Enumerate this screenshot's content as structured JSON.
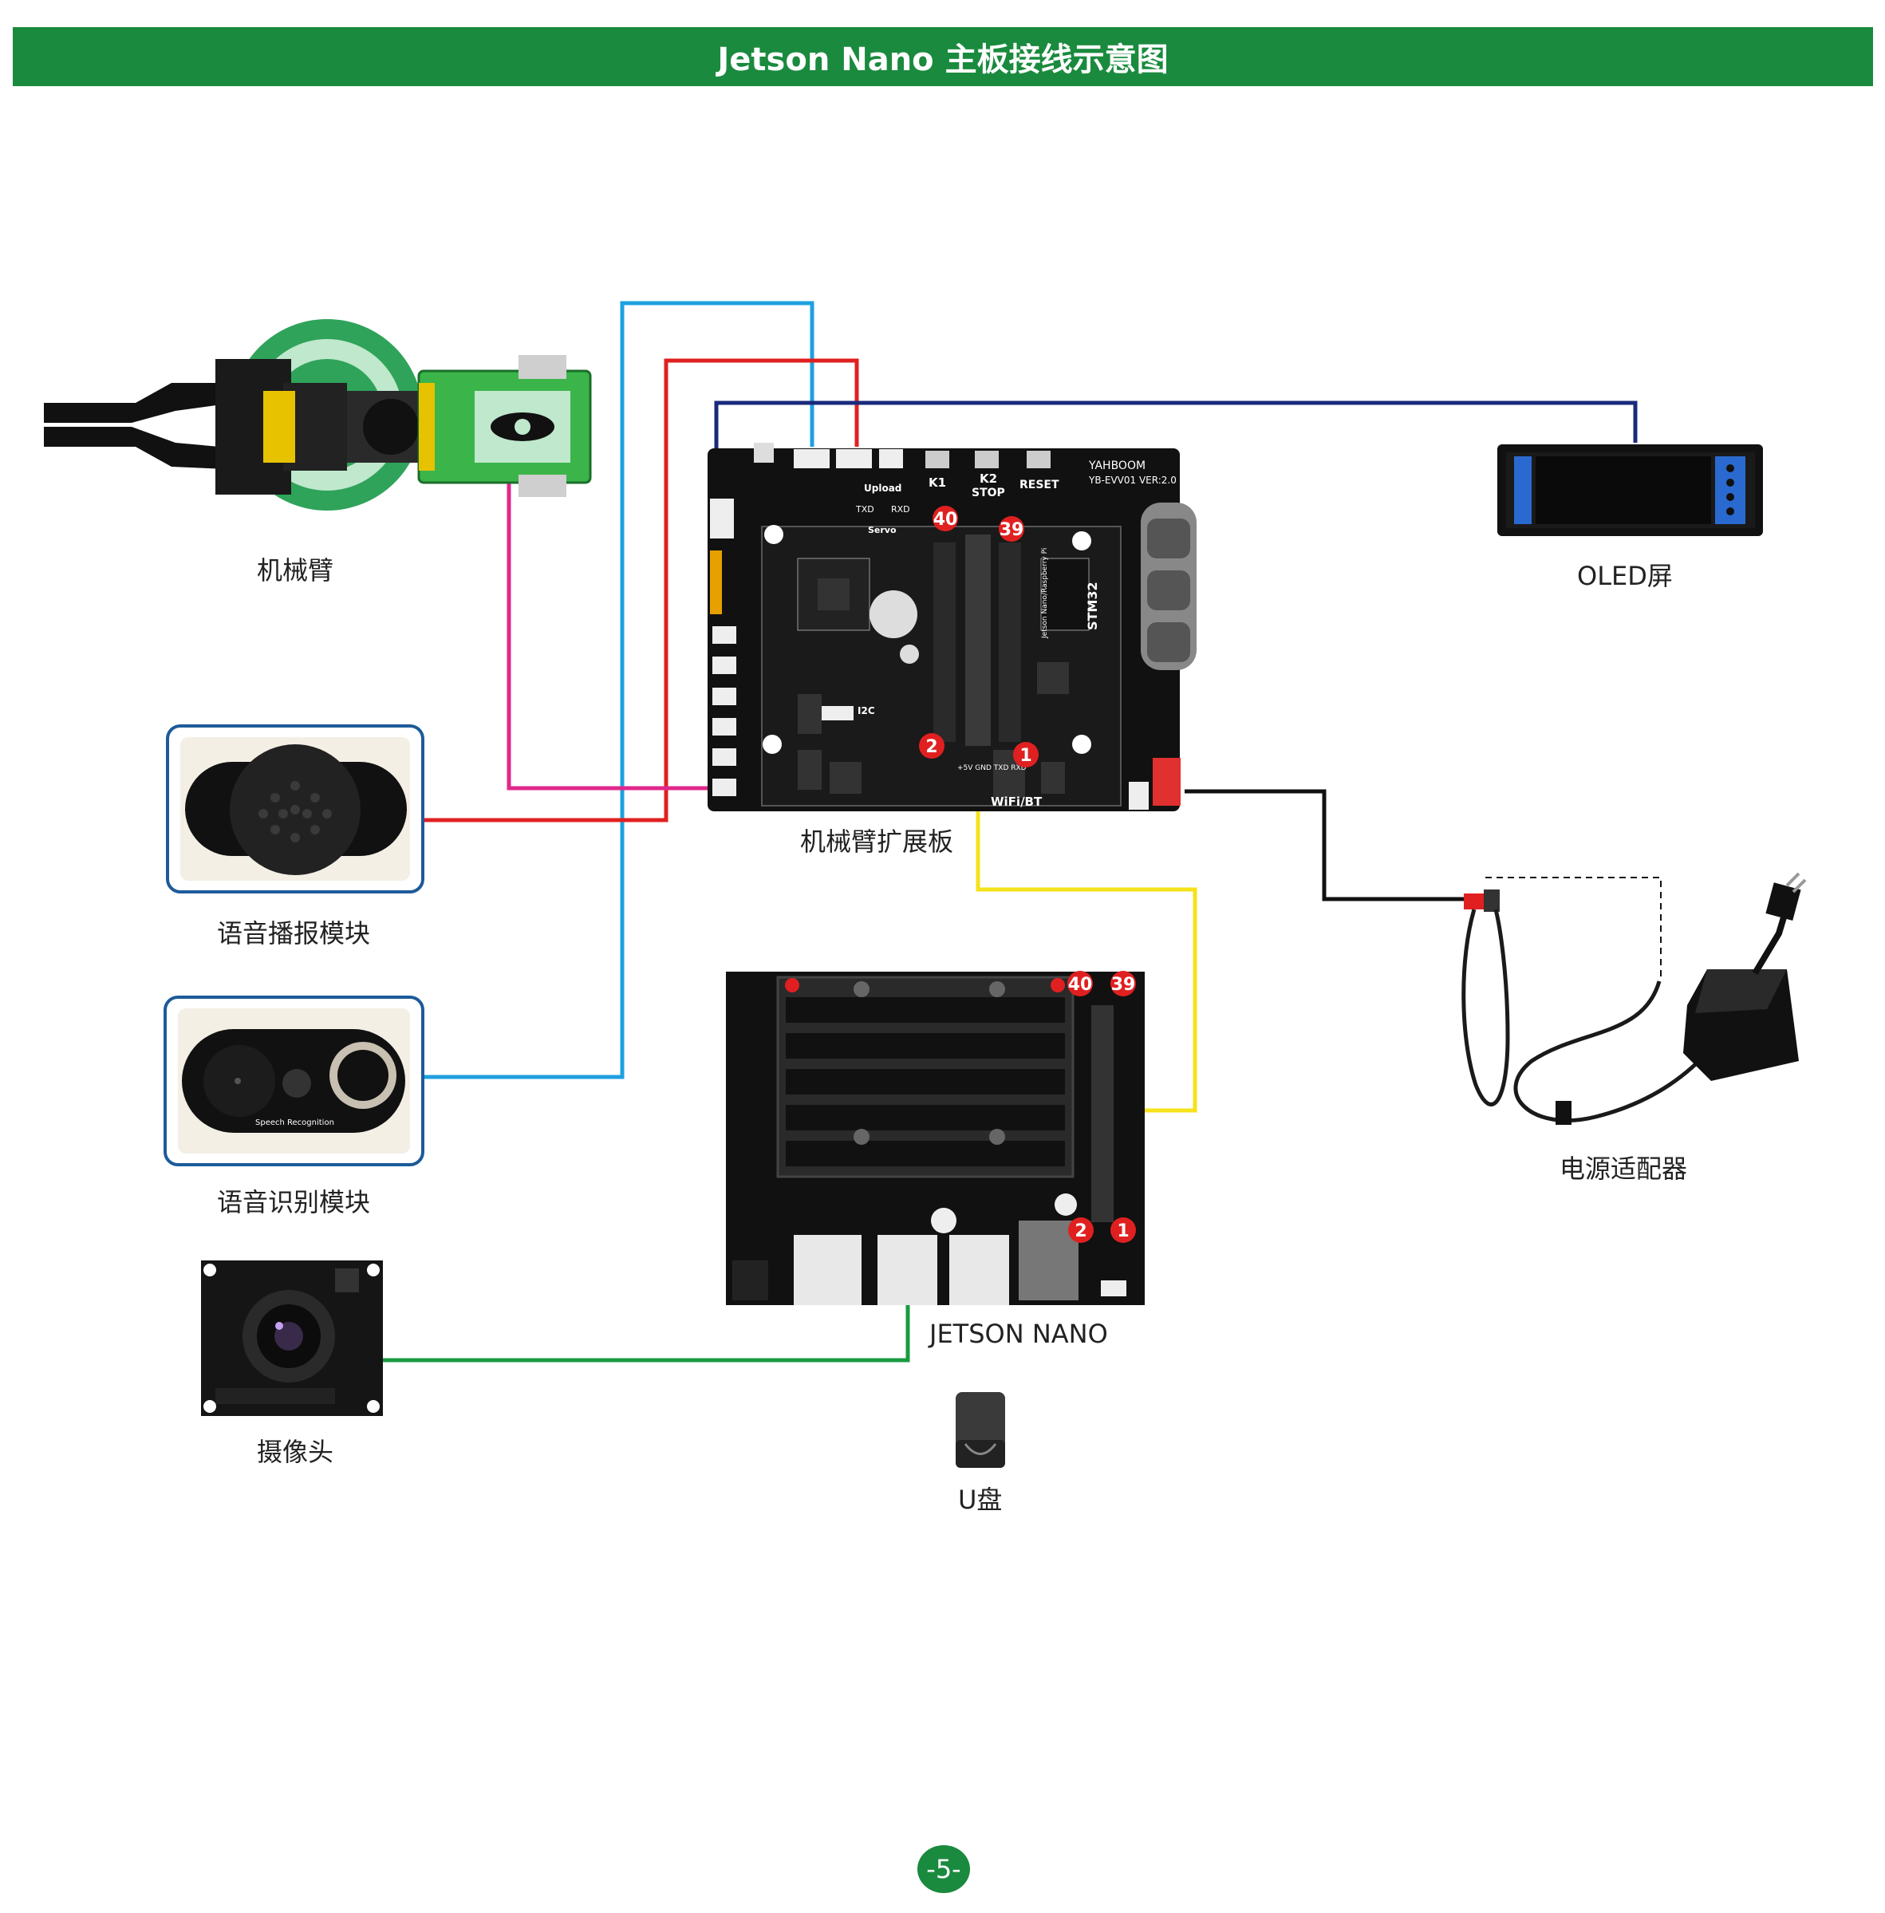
{
  "title": "Jetson Nano 主板接线示意图",
  "page_number": "-5-",
  "components": {
    "robot_arm": "机械臂",
    "voice_broadcast": "语音播报模块",
    "voice_recognition": "语音识别模块",
    "camera": "摄像头",
    "expansion_board": "机械臂扩展板",
    "oled": "OLED屏",
    "power_adapter": "电源适配器",
    "jetson_nano": "JETSON NANO",
    "usb_drive": "U盘"
  },
  "board_silk": {
    "brand": "YAHBOOM",
    "model": "YB-EVV01  VER:2.0",
    "k1": "K1",
    "k2": "K2",
    "stop": "STOP",
    "reset": "RESET",
    "upload": "Upload",
    "txd": "TXD",
    "rxd": "RXD",
    "servo": "Servo",
    "i2c": "I2C",
    "stm32": "STM32",
    "header_label": "Jetson Nano/Raspberry Pi",
    "wifi": "WiFi/BT",
    "serial_labels": "+5V GND TXD RXD",
    "camera_silk": "Speech Recognition"
  },
  "pin_markers": {
    "board_40": "40",
    "board_39": "39",
    "board_2": "2",
    "board_1": "1",
    "nano_40": "40",
    "nano_39": "39",
    "nano_2": "2",
    "nano_1": "1"
  },
  "colors": {
    "banner": "#1a8a3e",
    "wire_blue": "#1fa0e0",
    "wire_red": "#e02020",
    "wire_navy": "#1a2a7a",
    "wire_magenta": "#e0288c",
    "wire_yellow": "#f5e21a",
    "wire_green": "#1a9a40",
    "wire_black": "#111111",
    "pin_marker": "#e02020"
  }
}
